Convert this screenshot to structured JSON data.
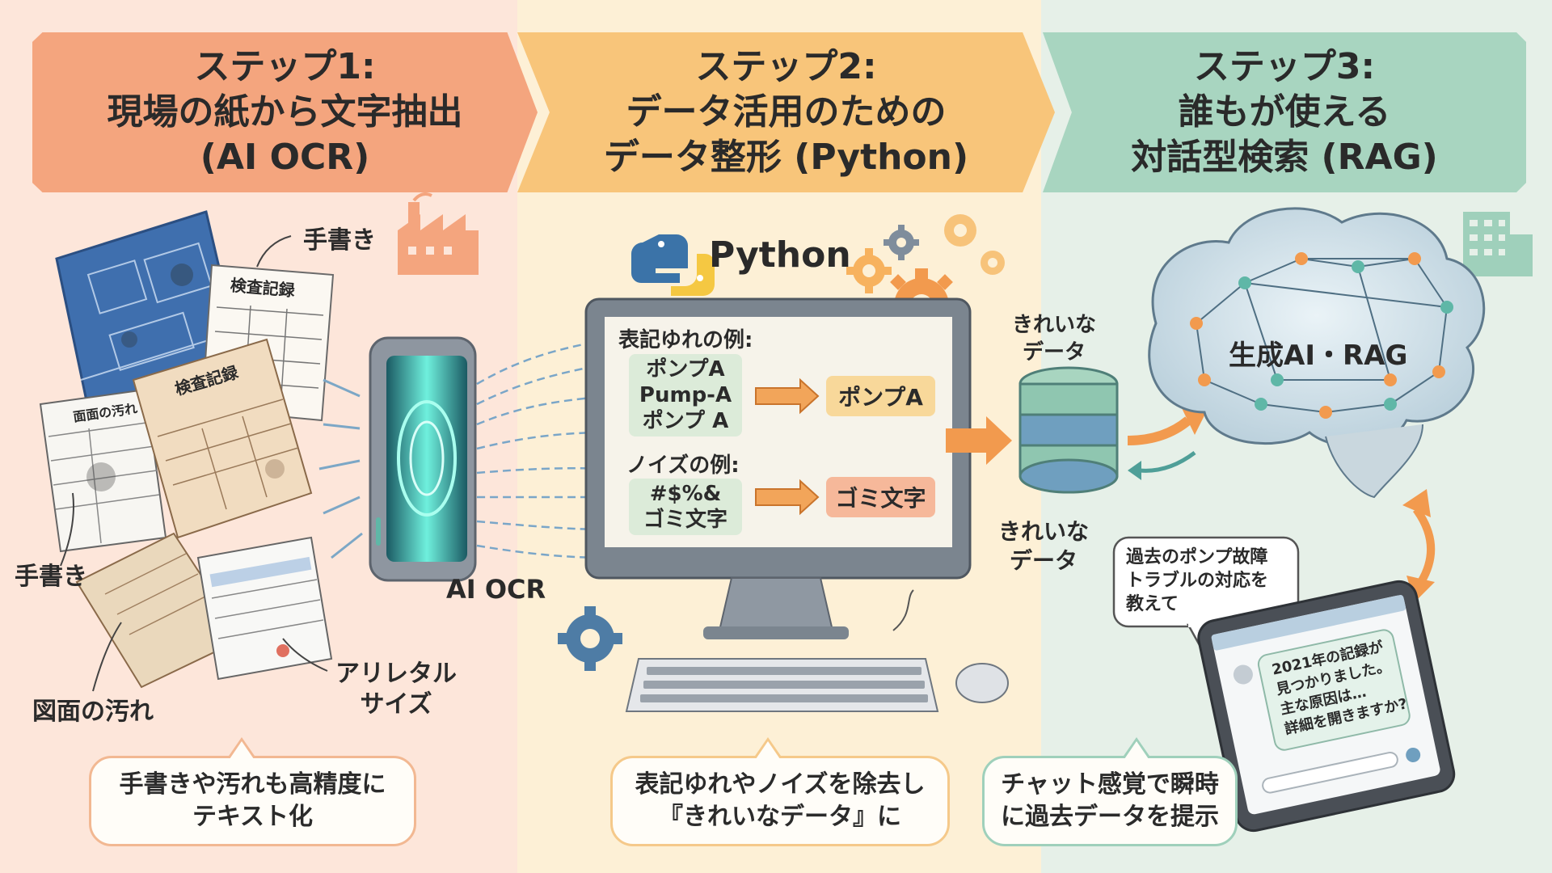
{
  "steps": [
    {
      "line1": "ステップ1:",
      "line2": "現場の紙から文字抽出",
      "line3": "(AI OCR)"
    },
    {
      "line1": "ステップ2:",
      "line2": "データ活用のための",
      "line3": "データ整形 (Python)"
    },
    {
      "line1": "ステップ3:",
      "line2": "誰もが使える",
      "line3": "対話型検索 (RAG)"
    }
  ],
  "step1": {
    "label_handwriting_top": "手書き",
    "label_handwriting_left": "手書き",
    "label_drawing_stain": "図面の汚れ",
    "label_alternate_size_1": "アリレタル",
    "label_alternate_size_2": "サイズ",
    "doc_title_inspection_1": "検査記録",
    "doc_title_inspection_2": "検査記録",
    "doc_title_stain": "面面の汚れ",
    "ocr_label": "AI OCR",
    "callout_line1": "手書きや汚れも高精度に",
    "callout_line2": "テキスト化"
  },
  "step2": {
    "python_label": "Python",
    "variation_heading": "表記ゆれの例:",
    "variation_items": [
      "ポンプA",
      "Pump-A",
      "ポンプ A"
    ],
    "variation_result": "ポンプA",
    "noise_heading": "ノイズの例:",
    "noise_items": [
      "#$%&",
      "ゴミ文字"
    ],
    "noise_result": "ゴミ文字",
    "clean_data_top_1": "きれいな",
    "clean_data_top_2": "データ",
    "clean_data_bottom_1": "きれいな",
    "clean_data_bottom_2": "データ",
    "callout_line1": "表記ゆれやノイズを除去し",
    "callout_line2": "『きれいなデータ』に"
  },
  "step3": {
    "brain_label": "生成AI・RAG",
    "question_lines": [
      "過去のポンプ故障",
      "トラブルの対応を",
      "教えて"
    ],
    "answer_lines": [
      "2021年の記録が",
      "見つかりました。",
      "主な原因は…",
      "詳細を開きますか?"
    ],
    "callout_line1": "チャット感覚で瞬時",
    "callout_line2": "に過去データを提示"
  },
  "colors": {
    "step1_bg": "#fde6da",
    "step2_bg": "#fdf0d6",
    "step3_bg": "#e6f0e8",
    "step1_banner": "#f4a57e",
    "step2_banner": "#f8c57a",
    "step3_banner": "#a8d5c0",
    "accent_orange": "#f29a4e",
    "accent_teal": "#5fb7a7"
  }
}
